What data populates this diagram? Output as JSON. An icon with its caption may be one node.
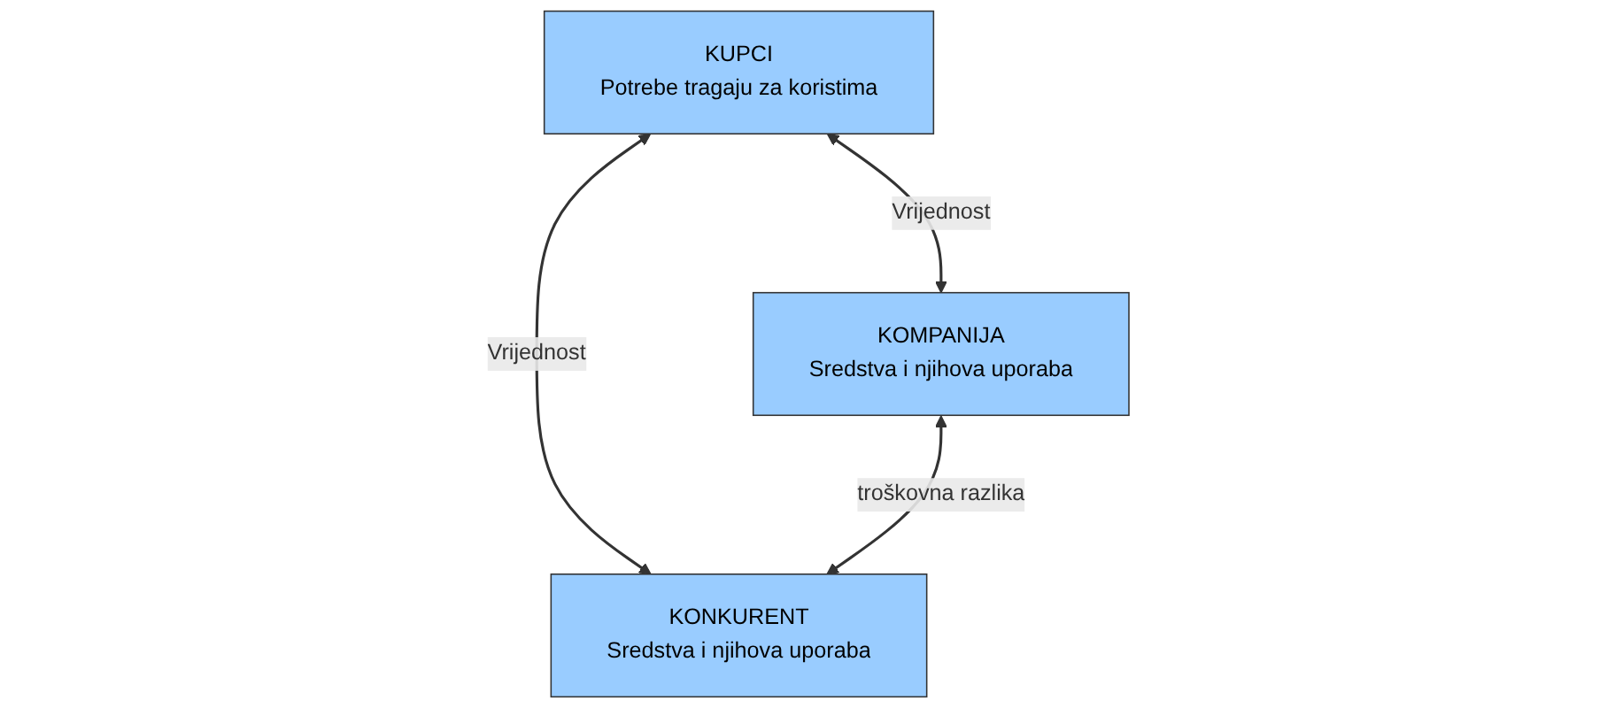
{
  "diagram": {
    "nodes": [
      {
        "text": [
          "KUPCI",
          "Potrebe tragaju za koristima"
        ]
      },
      {
        "text": [
          "KOMPANIJA",
          "Sredstva i njihova uporaba"
        ]
      },
      {
        "text": [
          "KONKURENT",
          "Sredstva i njihova uporaba"
        ]
      }
    ],
    "edges": [
      {
        "from": 0,
        "to": 1,
        "arrow": "both",
        "label": "Vrijednost"
      },
      {
        "from": 0,
        "to": 2,
        "arrow": "both",
        "label": "Vrijednost"
      },
      {
        "from": 1,
        "to": 2,
        "arrow": "both",
        "label": "troškovna razlika"
      }
    ]
  }
}
